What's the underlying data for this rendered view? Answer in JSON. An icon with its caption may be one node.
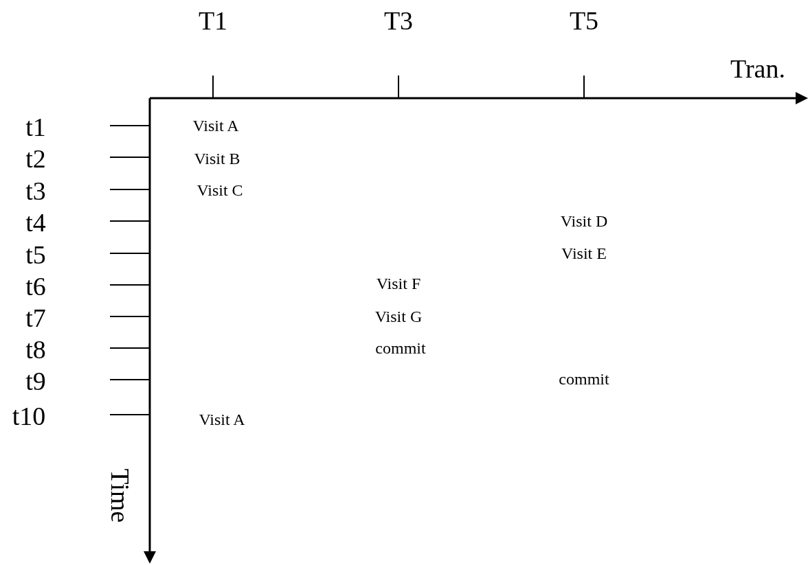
{
  "diagram": {
    "labels": [
      "T1",
      "T3",
      "T5",
      "Tran.",
      "t1",
      "Visit A",
      "t2",
      "Visit B",
      "t3",
      "Visit C",
      "t4",
      "Visit D",
      "t5",
      "Visit E",
      "t6",
      "Visit F",
      "t7",
      "Visit G",
      "t8",
      "commit",
      "t9",
      "commit",
      "t10",
      "Visit A",
      "Time"
    ]
  }
}
